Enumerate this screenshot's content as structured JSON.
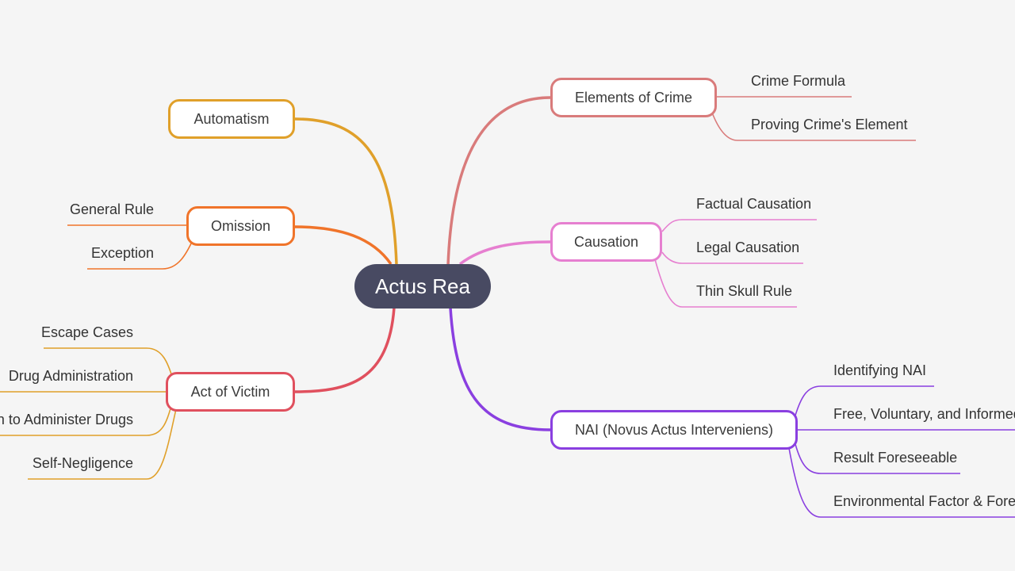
{
  "root": {
    "label": "Actus Rea"
  },
  "colors": {
    "root": "#484a62",
    "elements": "#d97b7b",
    "causation": "#e67fd0",
    "nai": "#8a3fe0",
    "automatism": "#e0a02a",
    "omission": "#f0742a",
    "victim": "#e0505e",
    "victim_children": "#e0a02a"
  },
  "branches": {
    "elements": {
      "label": "Elements of Crime",
      "children": [
        "Crime Formula",
        "Proving Crime's Element"
      ]
    },
    "causation": {
      "label": "Causation",
      "children": [
        "Factual Causation",
        "Legal Causation",
        "Thin Skull Rule"
      ]
    },
    "nai": {
      "label": "NAI (Novus Actus Interveniens)",
      "children": [
        "Identifying NAI",
        "Free, Voluntary, and Informed",
        "Result Foreseeable",
        "Environmental Factor & Foreseeability"
      ]
    },
    "automatism": {
      "label": "Automatism"
    },
    "omission": {
      "label": "Omission",
      "children": [
        "General Rule",
        "Exception"
      ]
    },
    "victim": {
      "label": "Act of Victim",
      "children": [
        "Escape Cases",
        "Drug Administration",
        "Self-Injection to Administer Drugs",
        "Self-Negligence"
      ]
    }
  }
}
